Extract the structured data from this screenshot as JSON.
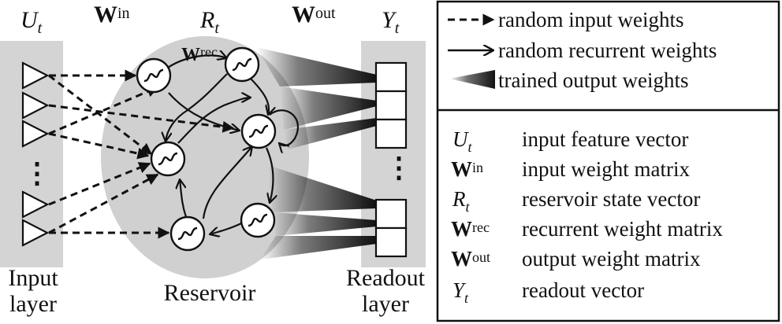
{
  "diagram": {
    "top_labels": {
      "input_symbol": "U",
      "input_subscript": "t",
      "input_weights_symbol": "W",
      "input_weights_superscript": "in",
      "reservoir_symbol": "R",
      "reservoir_subscript": "t",
      "output_weights_symbol": "W",
      "output_weights_superscript": "out",
      "readout_symbol": "Y",
      "readout_subscript": "t"
    },
    "recurrent_label_symbol": "W",
    "recurrent_label_superscript": "rec",
    "bottom_labels": {
      "input_line1": "Input",
      "input_line2": "layer",
      "reservoir": "Reservoir",
      "readout_line1": "Readout",
      "readout_line2": "layer"
    },
    "ellipsis": "⋮"
  },
  "legend": {
    "arrows": [
      {
        "text": "random input weights"
      },
      {
        "text": "random recurrent weights"
      },
      {
        "text": "trained output weights"
      }
    ],
    "symbols": [
      {
        "sym": "U",
        "sub": "t",
        "sup": "",
        "desc": "input feature vector"
      },
      {
        "sym": "W",
        "sub": "",
        "sup": "in",
        "desc": "input weight matrix"
      },
      {
        "sym": "R",
        "sub": "t",
        "sup": "",
        "desc": "reservoir state vector"
      },
      {
        "sym": "W",
        "sub": "",
        "sup": "rec",
        "desc": "recurrent weight matrix"
      },
      {
        "sym": "W",
        "sub": "",
        "sup": "out",
        "desc": "output weight matrix"
      },
      {
        "sym": "Y",
        "sub": "t",
        "sup": "",
        "desc": "readout vector"
      }
    ]
  },
  "colors": {
    "layer_panel": "#d4d4d4",
    "reservoir_fill": "#d0d0d0",
    "stroke": "#111111",
    "node_fill": "#ffffff"
  }
}
